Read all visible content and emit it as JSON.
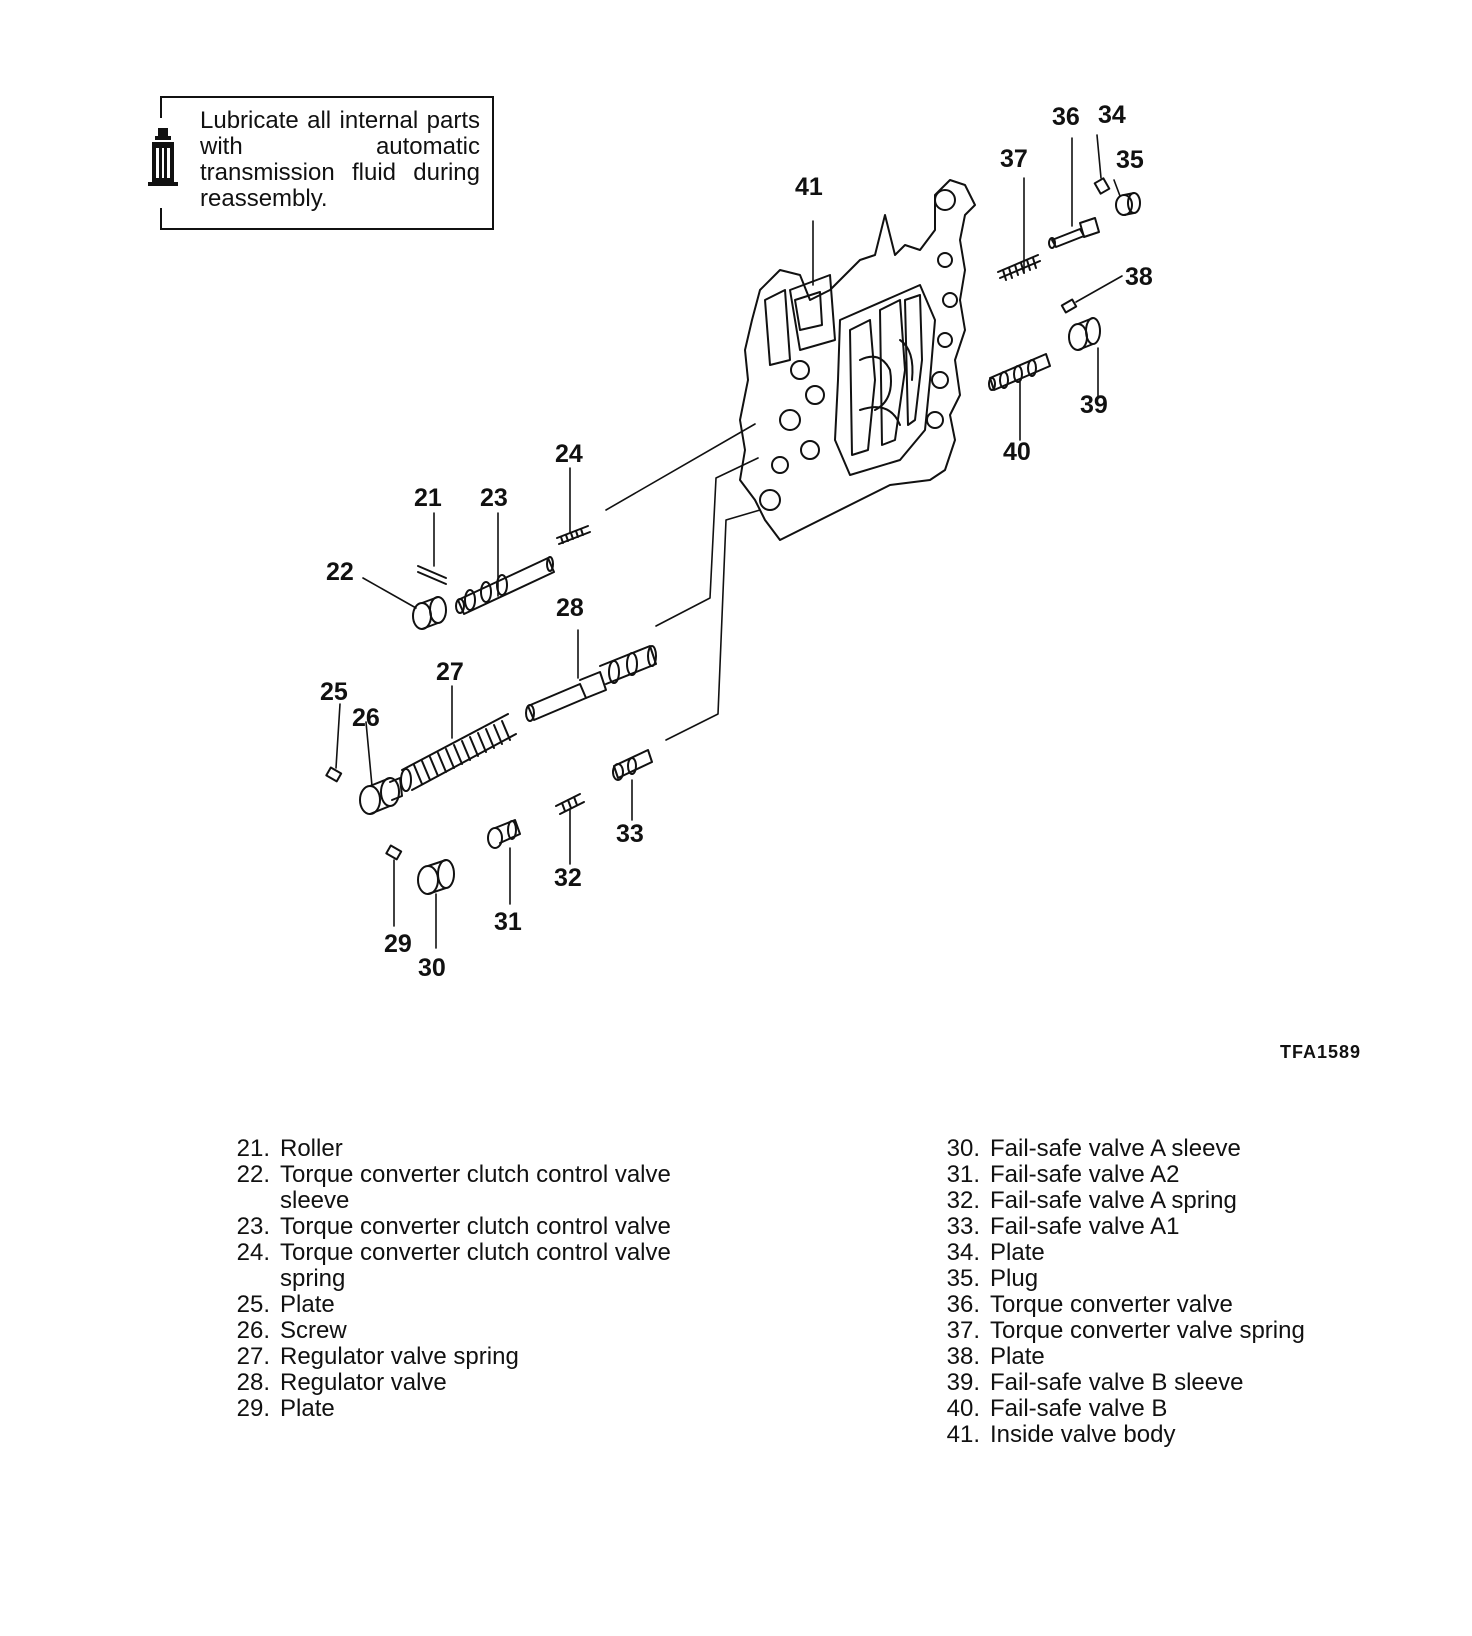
{
  "note": {
    "text": "Lubricate all internal parts with automatic transmission fluid during reassembly."
  },
  "figure_id": "TFA1589",
  "callouts": {
    "c21": "21",
    "c22": "22",
    "c23": "23",
    "c24": "24",
    "c25": "25",
    "c26": "26",
    "c27": "27",
    "c28": "28",
    "c29": "29",
    "c30": "30",
    "c31": "31",
    "c32": "32",
    "c33": "33",
    "c34": "34",
    "c35": "35",
    "c36": "36",
    "c37": "37",
    "c38": "38",
    "c39": "39",
    "c40": "40",
    "c41": "41"
  },
  "legend_left": [
    {
      "num": "21.",
      "label": "Roller"
    },
    {
      "num": "22.",
      "label": "Torque converter clutch control valve sleeve"
    },
    {
      "num": "23.",
      "label": "Torque converter clutch control valve"
    },
    {
      "num": "24.",
      "label": "Torque converter clutch control valve spring"
    },
    {
      "num": "25.",
      "label": "Plate"
    },
    {
      "num": "26.",
      "label": "Screw"
    },
    {
      "num": "27.",
      "label": "Regulator valve spring"
    },
    {
      "num": "28.",
      "label": "Regulator valve"
    },
    {
      "num": "29.",
      "label": "Plate"
    }
  ],
  "legend_right": [
    {
      "num": "30.",
      "label": "Fail-safe valve A sleeve"
    },
    {
      "num": "31.",
      "label": "Fail-safe valve A2"
    },
    {
      "num": "32.",
      "label": "Fail-safe valve A spring"
    },
    {
      "num": "33.",
      "label": "Fail-safe valve A1"
    },
    {
      "num": "34.",
      "label": "Plate"
    },
    {
      "num": "35.",
      "label": "Plug"
    },
    {
      "num": "36.",
      "label": "Torque converter valve"
    },
    {
      "num": "37.",
      "label": "Torque converter valve spring"
    },
    {
      "num": "38.",
      "label": "Plate"
    },
    {
      "num": "39.",
      "label": "Fail-safe valve B sleeve"
    },
    {
      "num": "40.",
      "label": "Fail-safe valve B"
    },
    {
      "num": "41.",
      "label": "Inside valve body"
    }
  ]
}
